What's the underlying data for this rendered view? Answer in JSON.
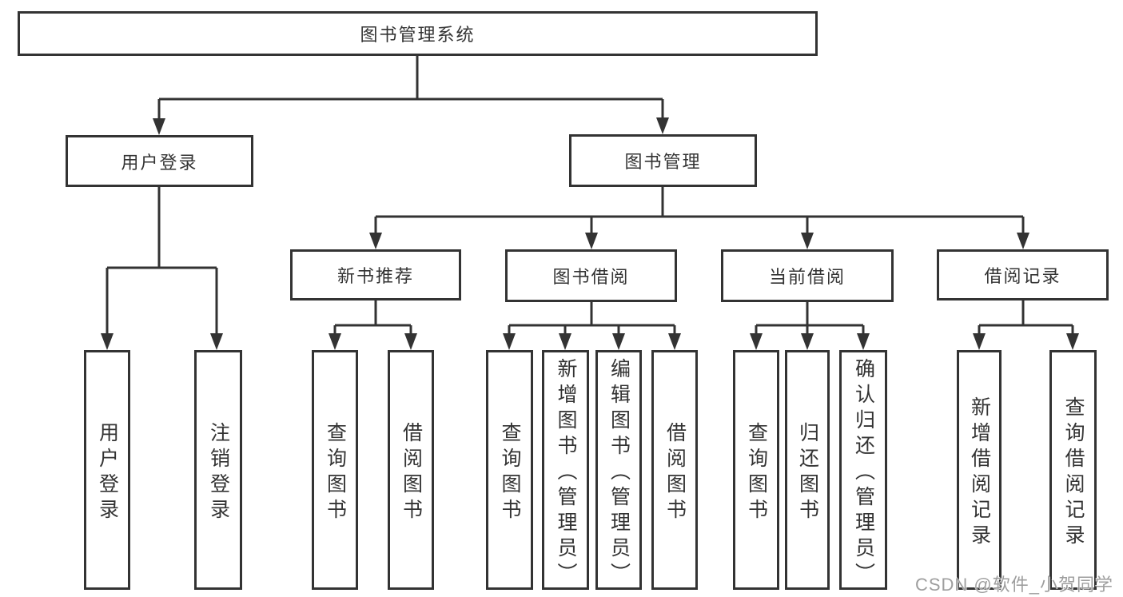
{
  "tree": {
    "root": {
      "label": "图书管理系统",
      "children": [
        {
          "label": "用户登录",
          "children": [
            {
              "label": "用户登录"
            },
            {
              "label": "注销登录"
            }
          ]
        },
        {
          "label": "图书管理",
          "children": [
            {
              "label": "新书推荐",
              "children": [
                {
                  "label": "查询图书"
                },
                {
                  "label": "借阅图书"
                }
              ]
            },
            {
              "label": "图书借阅",
              "children": [
                {
                  "label": "查询图书"
                },
                {
                  "label": "新增图书（管理员）"
                },
                {
                  "label": "编辑图书（管理员）"
                },
                {
                  "label": "借阅图书"
                }
              ]
            },
            {
              "label": "当前借阅",
              "children": [
                {
                  "label": "查询图书"
                },
                {
                  "label": "归还图书"
                },
                {
                  "label": "确认归还（管理员）"
                }
              ]
            },
            {
              "label": "借阅记录",
              "children": [
                {
                  "label": "新增借阅记录"
                },
                {
                  "label": "查询借阅记录"
                }
              ]
            }
          ]
        }
      ]
    }
  },
  "watermark": {
    "text": "CSDN @软件_小贺同学"
  },
  "colors": {
    "line": "#333333",
    "text": "#333333",
    "watermark": "#949494",
    "background": "#ffffff"
  }
}
